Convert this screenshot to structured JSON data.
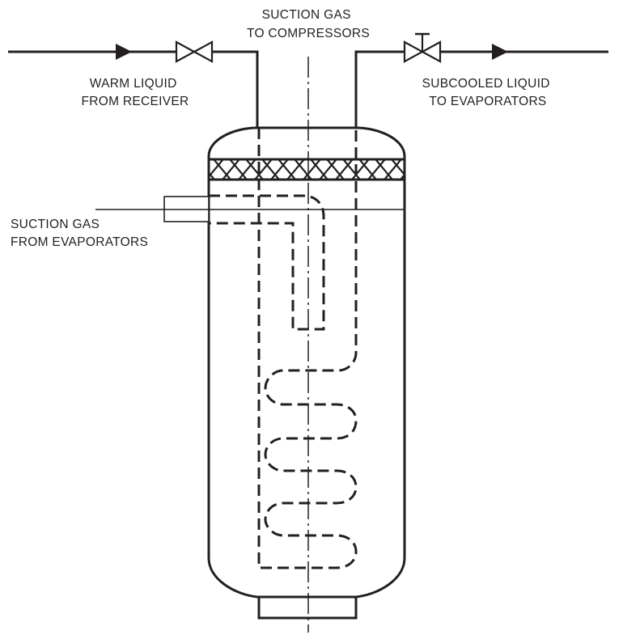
{
  "labels": {
    "suction_to_compressors": [
      "SUCTION GAS",
      "TO COMPRESSORS"
    ],
    "warm_liquid": [
      "WARM LIQUID",
      "FROM RECEIVER"
    ],
    "subcooled_liquid": [
      "SUBCOOLED LIQUID",
      "TO EVAPORATORS"
    ],
    "suction_from_evaporators": [
      "SUCTION GAS",
      "FROM EVAPORATORS"
    ]
  },
  "colors": {
    "line": "#231f20",
    "background": "#ffffff"
  }
}
